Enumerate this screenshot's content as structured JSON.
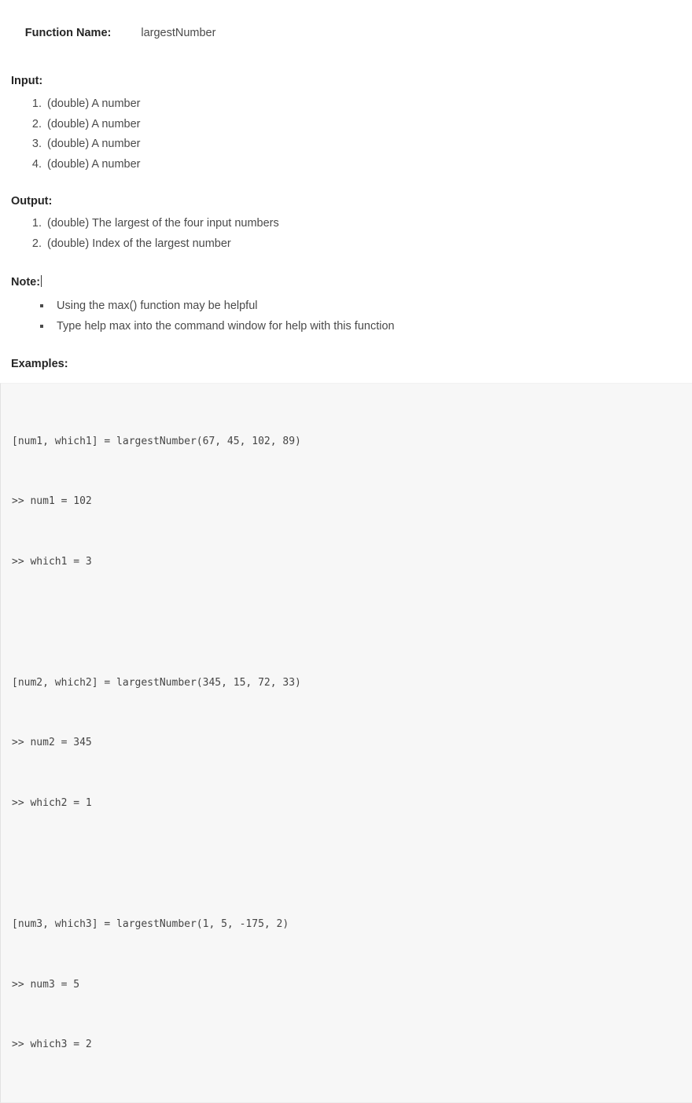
{
  "function_name": {
    "label": "Function Name:",
    "value": "largestNumber"
  },
  "sections": {
    "input": {
      "heading": "Input:",
      "items": [
        "(double) A number",
        "(double) A number",
        "(double) A number",
        "(double) A number"
      ]
    },
    "output": {
      "heading": "Output:",
      "items": [
        "(double) The largest of the four input numbers",
        "(double) Index of the largest number"
      ]
    },
    "note": {
      "heading": "Note:",
      "items": [
        "Using the max() function may be helpful",
        "Type help max into the command window for help with this function"
      ]
    },
    "examples": {
      "heading": "Examples:",
      "code_lines": [
        "[num1, which1] = largestNumber(67, 45, 102, 89)",
        ">> num1 = 102",
        ">> which1 = 3",
        "",
        "[num2, which2] = largestNumber(345, 15, 72, 33)",
        ">> num2 = 345",
        ">> which2 = 1",
        "",
        "[num3, which3] = largestNumber(1, 5, -175, 2)",
        ">> num3 = 5",
        ">> which3 = 2"
      ]
    }
  },
  "colors": {
    "page_background": "#ffffff",
    "heading_text": "#252525",
    "body_text": "#4a4a4a",
    "code_text": "#454545",
    "code_background": "#f7f7f7",
    "code_border": "#e2e2e2",
    "caret": "#3a3a3a"
  }
}
